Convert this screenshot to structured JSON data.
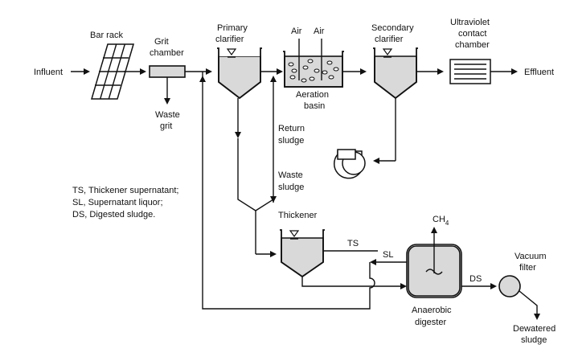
{
  "labels": {
    "influent": "Influent",
    "bar_rack": "Bar rack",
    "grit_chamber_1": "Grit",
    "grit_chamber_2": "chamber",
    "waste_grit_1": "Waste",
    "waste_grit_2": "grit",
    "primary_clarifier_1": "Primary",
    "primary_clarifier_2": "clarifier",
    "air_1": "Air",
    "air_2": "Air",
    "aeration_basin_1": "Aeration",
    "aeration_basin_2": "basin",
    "secondary_clarifier_1": "Secondary",
    "secondary_clarifier_2": "clarifier",
    "uv_1": "Ultraviolet",
    "uv_2": "contact",
    "uv_3": "chamber",
    "effluent": "Effluent",
    "return_sludge_1": "Return",
    "return_sludge_2": "sludge",
    "waste_sludge_1": "Waste",
    "waste_sludge_2": "sludge",
    "thickener": "Thickener",
    "ts": "TS",
    "sl": "SL",
    "ch4": "CH",
    "ch4_sub": "4",
    "anaerobic_digester_1": "Anaerobic",
    "anaerobic_digester_2": "digester",
    "ds": "DS",
    "vacuum_filter_1": "Vacuum",
    "vacuum_filter_2": "filter",
    "dewatered_sludge_1": "Dewatered",
    "dewatered_sludge_2": "sludge"
  },
  "legend": [
    "TS, Thickener supernatant;",
    "SL, Supernatant liquor;",
    "DS, Digested sludge."
  ]
}
